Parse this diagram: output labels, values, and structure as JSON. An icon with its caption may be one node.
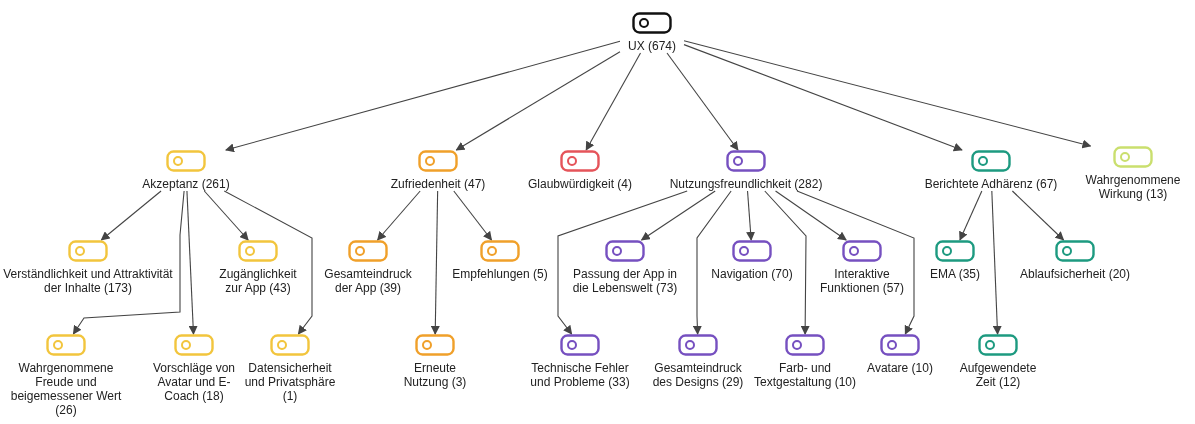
{
  "diagram": {
    "nodes": [
      {
        "text": [
          "UX (674)"
        ]
      },
      {
        "text": [
          "Akzeptanz (261)"
        ]
      },
      {
        "text": [
          "Zufriedenheit (47)"
        ]
      },
      {
        "text": [
          "Glaubwürdigkeit (4)"
        ]
      },
      {
        "text": [
          "Nutzungsfreundlichkeit (282)"
        ]
      },
      {
        "text": [
          "Berichtete Adhärenz (67)"
        ]
      },
      {
        "text": [
          "Wahrgenommene Wirkung (13)"
        ]
      },
      {
        "text": [
          "Verständlichkeit und Attraktivität der Inhalte (173)"
        ]
      },
      {
        "text": [
          "Zugänglichkeit zur App (43)"
        ]
      },
      {
        "text": [
          "Gesamteindruck der App (39)"
        ]
      },
      {
        "text": [
          "Empfehlungen (5)"
        ]
      },
      {
        "text": [
          "Passung der App in die Lebenswelt (73)"
        ]
      },
      {
        "text": [
          "Navigation (70)"
        ]
      },
      {
        "text": [
          "Interaktive Funktionen (57)"
        ]
      },
      {
        "text": [
          "EMA (35)"
        ]
      },
      {
        "text": [
          "Ablaufsicherheit (20)"
        ]
      },
      {
        "text": [
          "Wahrgenommene Freude und beigemessener Wert (26)"
        ]
      },
      {
        "text": [
          "Vorschläge von Avatar und E-Coach (18)"
        ]
      },
      {
        "text": [
          "Datensicherheit und Privatsphäre (1)"
        ]
      },
      {
        "text": [
          "Erneute Nutzung (3)"
        ]
      },
      {
        "text": [
          "Technische Fehler und Probleme (33)"
        ]
      },
      {
        "text": [
          "Gesamteindruck des Designs (29)"
        ]
      },
      {
        "text": [
          "Farb- und Textgestaltung (10)"
        ]
      },
      {
        "text": [
          "Avatare (10)"
        ]
      },
      {
        "text": [
          "Aufgewendete Zeit (12)"
        ]
      }
    ],
    "edges": [
      {
        "from": 0,
        "to": 1,
        "arrow": "to"
      },
      {
        "from": 0,
        "to": 2,
        "arrow": "to"
      },
      {
        "from": 0,
        "to": 3,
        "arrow": "to"
      },
      {
        "from": 0,
        "to": 4,
        "arrow": "to"
      },
      {
        "from": 0,
        "to": 5,
        "arrow": "to"
      },
      {
        "from": 0,
        "to": 6,
        "arrow": "to"
      },
      {
        "from": 1,
        "to": 7,
        "arrow": "to"
      },
      {
        "from": 1,
        "to": 16,
        "arrow": "to"
      },
      {
        "from": 1,
        "to": 17,
        "arrow": "to"
      },
      {
        "from": 1,
        "to": 8,
        "arrow": "to"
      },
      {
        "from": 1,
        "to": 18,
        "arrow": "to"
      },
      {
        "from": 2,
        "to": 9,
        "arrow": "to"
      },
      {
        "from": 2,
        "to": 19,
        "arrow": "to"
      },
      {
        "from": 2,
        "to": 10,
        "arrow": "to"
      },
      {
        "from": 4,
        "to": 11,
        "arrow": "to"
      },
      {
        "from": 4,
        "to": 20,
        "arrow": "to"
      },
      {
        "from": 4,
        "to": 21,
        "arrow": "to"
      },
      {
        "from": 4,
        "to": 12,
        "arrow": "to"
      },
      {
        "from": 4,
        "to": 22,
        "arrow": "to"
      },
      {
        "from": 4,
        "to": 23,
        "arrow": "to"
      },
      {
        "from": 4,
        "to": 13,
        "arrow": "to"
      },
      {
        "from": 5,
        "to": 14,
        "arrow": "to"
      },
      {
        "from": 5,
        "to": 24,
        "arrow": "to"
      },
      {
        "from": 5,
        "to": 15,
        "arrow": "to"
      }
    ]
  }
}
